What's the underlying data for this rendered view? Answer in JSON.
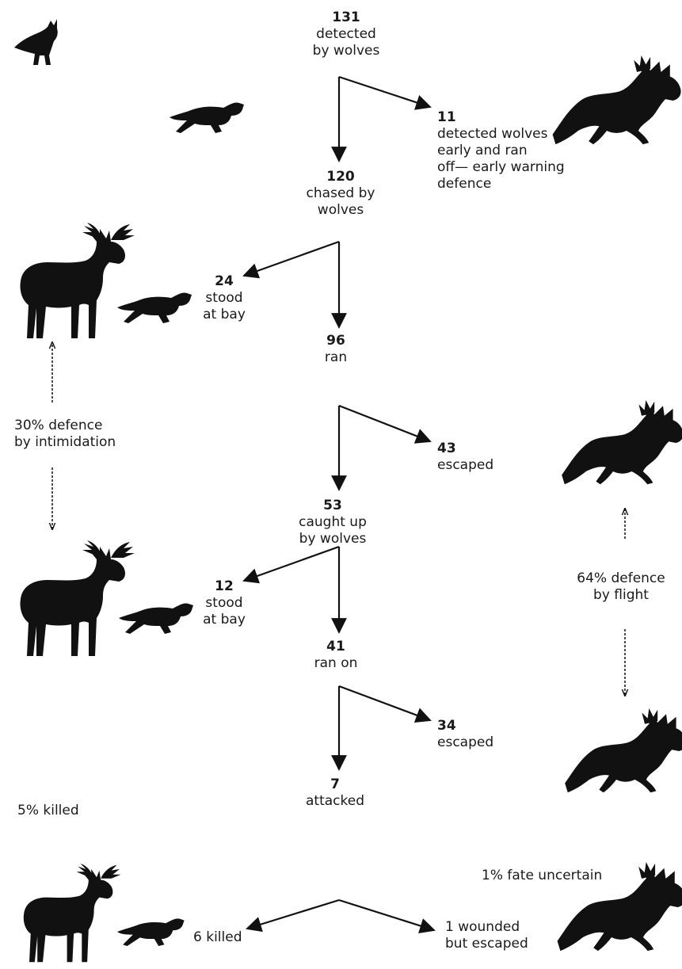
{
  "nodes": {
    "detected": {
      "count": "131",
      "text": [
        "detected",
        "by wolves"
      ]
    },
    "early_warning": {
      "count": "11",
      "text": [
        "detected wolves",
        "early and ran",
        "off— early warning",
        "defence"
      ]
    },
    "chased": {
      "count": "120",
      "text": [
        "chased by",
        "wolves"
      ]
    },
    "stood1": {
      "count": "24",
      "text": [
        "stood",
        "at bay"
      ]
    },
    "ran": {
      "count": "96",
      "text": [
        "ran"
      ]
    },
    "escaped1": {
      "count": "43",
      "text": [
        "escaped"
      ]
    },
    "caught": {
      "count": "53",
      "text": [
        "caught up",
        "by wolves"
      ]
    },
    "stood2": {
      "count": "12",
      "text": [
        "stood",
        "at bay"
      ]
    },
    "ran_on": {
      "count": "41",
      "text": [
        "ran on"
      ]
    },
    "escaped2": {
      "count": "34",
      "text": [
        "escaped"
      ]
    },
    "attacked": {
      "count": "7",
      "text": [
        "attacked"
      ]
    },
    "killed": {
      "text": "6 killed"
    },
    "wounded": {
      "text": [
        "1 wounded",
        "but escaped"
      ]
    }
  },
  "summaries": {
    "intimidation": [
      "30% defence",
      "by intimidation"
    ],
    "flight": [
      "64% defence",
      "by flight"
    ],
    "killed_pct": "5% killed",
    "uncertain": "1% fate uncertain"
  },
  "icons": [
    "howling-wolf-icon",
    "running-wolf-icon",
    "moose-icon"
  ]
}
